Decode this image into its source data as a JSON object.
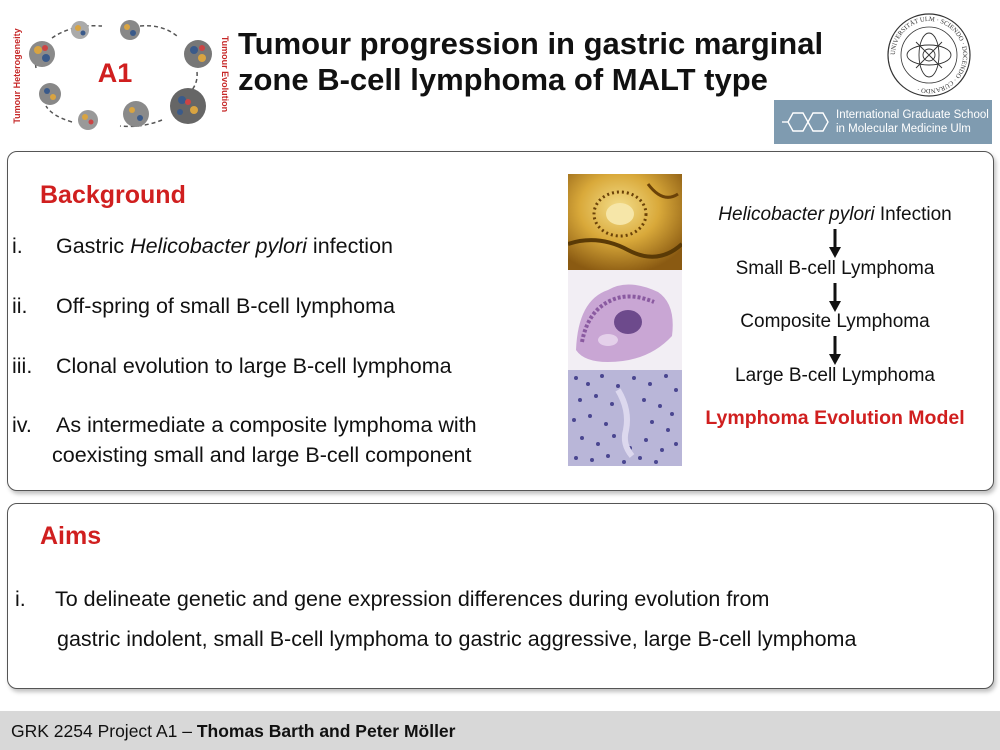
{
  "header": {
    "project_badge": "A1",
    "logo_left_label": "Tumour Heterogeneity",
    "logo_right_label": "Tumour Evolution",
    "title_line1": "Tumour progression in gastric marginal",
    "title_line2": "zone B-cell lymphoma of MALT type",
    "seal_text": "UNIVERSITÄT ULM · SCIENDO · DOCENDO · CURANDO ·",
    "school_line1": "International Graduate School",
    "school_line2": "in Molecular Medicine Ulm"
  },
  "background": {
    "heading": "Background",
    "items": [
      {
        "num": "i.",
        "text_pre": "Gastric ",
        "text_italic": "Helicobacter pylori",
        "text_post": " infection"
      },
      {
        "num": "ii.",
        "text": "Off-spring of small B-cell lymphoma"
      },
      {
        "num": "iii.",
        "text": "Clonal evolution to large B-cell lymphoma"
      },
      {
        "num": "iv.",
        "text": "As intermediate a composite lymphoma with",
        "text2": "coexisting small and large B-cell component"
      }
    ]
  },
  "model": {
    "step1_italic": "Helicobacter pylori",
    "step1_rest": " Infection",
    "step2": "Small B-cell Lymphoma",
    "step3": "Composite Lymphoma",
    "step4": "Large B-cell Lymphoma",
    "title": "Lymphoma Evolution Model"
  },
  "aims": {
    "heading": "Aims",
    "items": [
      {
        "num": "i.",
        "text": "To delineate genetic and gene expression differences during evolution from",
        "text2": "gastric indolent, small B-cell lymphoma to gastric aggressive, large B-cell lymphoma"
      }
    ]
  },
  "footer": {
    "prefix": "GRK 2254 Project A1 – ",
    "authors": "Thomas Barth and Peter Möller"
  },
  "colors": {
    "accent_red": "#d01f1f",
    "school_banner": "#7f9bb0",
    "footer_bg": "#d8d8d8"
  }
}
